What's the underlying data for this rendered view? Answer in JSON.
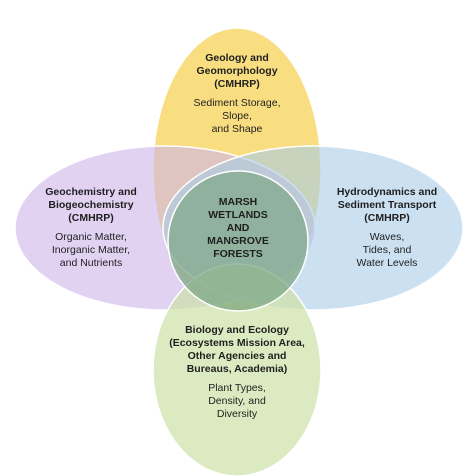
{
  "colors": {
    "top": "#f7d86a",
    "left": "#cdb4ea",
    "right": "#a9cbe8",
    "bottom": "#cde1a7",
    "center": "#7fa88a",
    "outline": "#ffffff"
  },
  "top": {
    "title": "Geology and\nGeomorphology\n(CMHRP)",
    "detail": "Sediment Storage,\nSlope,\nand Shape"
  },
  "left": {
    "title": "Geochemistry and\nBiogeochemistry\n(CMHRP)",
    "detail": "Organic Matter,\nInorganic Matter,\nand Nutrients"
  },
  "right": {
    "title": "Hydrodynamics and\nSediment Transport\n(CMHRP)",
    "detail": "Waves,\nTides, and\nWater Levels"
  },
  "bottom": {
    "title": "Biology and Ecology\n(Ecosystems Mission Area,\nOther Agencies and\nBureaus, Academia)",
    "detail": "Plant Types,\nDensity, and\nDiversity"
  },
  "center": {
    "text": "MARSH\nWETLANDS\nAND\nMANGROVE\nFORESTS"
  }
}
